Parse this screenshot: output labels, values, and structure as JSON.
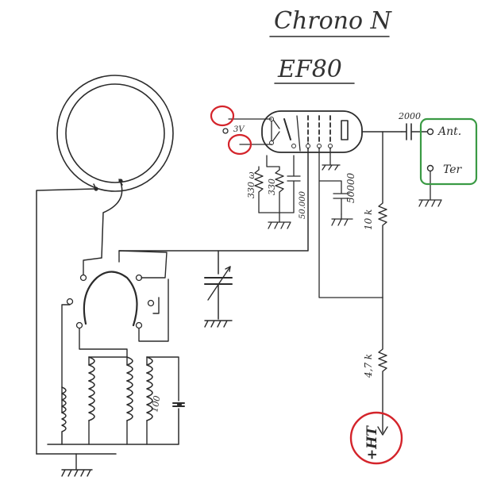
{
  "diagram": {
    "title_line1": "Chrono N",
    "title_line2": "EF80",
    "labels": {
      "filament_voltage": "3V",
      "res_cathode": "330 ω",
      "res_cathode2": "330",
      "cap_cathode": "50.000",
      "cap_screen": "50000",
      "res_plate": "10 k",
      "res_ht": "4,7 k",
      "cap_coupling": "2000",
      "terminal_ant": "Ant.",
      "terminal_ter": "Ter",
      "coil_value": "100",
      "ht_supply": "+HT"
    },
    "highlight_colors": {
      "red": "#d4242b",
      "green": "#3a9a44"
    }
  }
}
